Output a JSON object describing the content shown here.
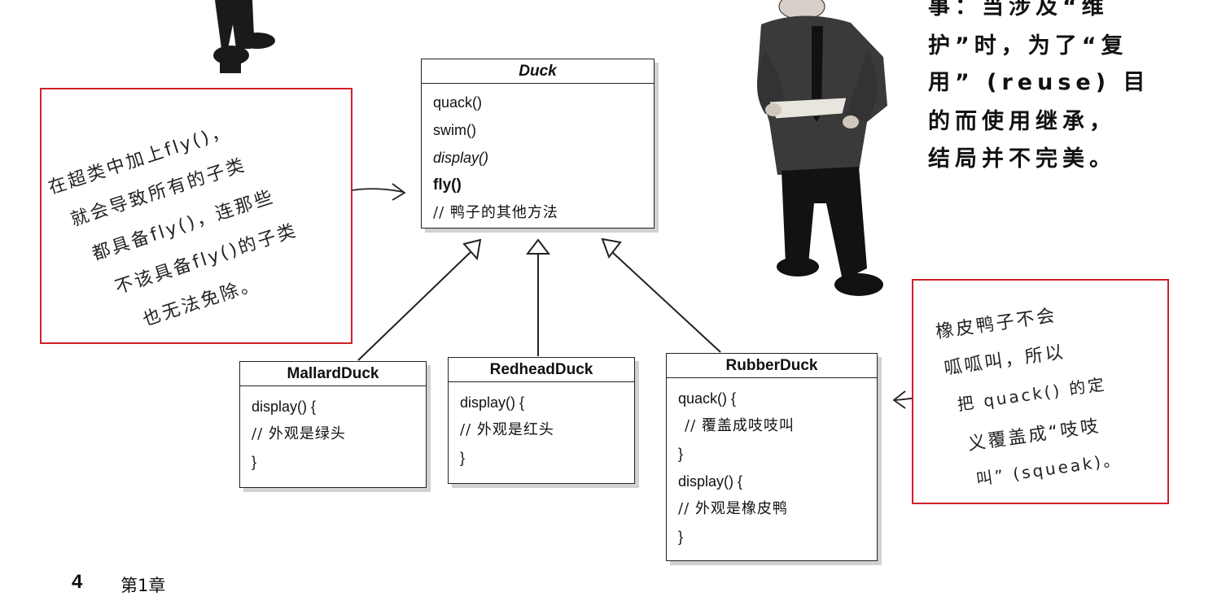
{
  "uml": {
    "duck": {
      "name": "Duck",
      "methods": [
        "quack()",
        "swim()",
        "display()",
        "fly()",
        "// 鸭子的其他方法"
      ]
    },
    "mallard": {
      "name": "MallardDuck",
      "lines": [
        "display() {",
        "// 外观是绿头",
        "}"
      ]
    },
    "redhead": {
      "name": "RedheadDuck",
      "lines": [
        "display() {",
        "// 外观是红头",
        "}"
      ]
    },
    "rubber": {
      "name": "RubberDuck",
      "lines": [
        "quack() {",
        "// 覆盖成吱吱叫",
        "}",
        "display() {",
        "// 外观是橡皮鸭",
        "}"
      ]
    }
  },
  "notes": {
    "left": [
      "在超类中加上fly()，",
      "就会导致所有的子类",
      "都具备fly()，连那些",
      "不该具备fly()的子类",
      "也无法免除。"
    ],
    "right": [
      "橡皮鸭子不会",
      "呱呱叫，所以",
      "把 quack() 的定",
      "义覆盖成“吱吱",
      "叫” (squeak)。"
    ]
  },
  "top_right_text": [
    "事：当涉及“维",
    "护”时，为了“复",
    "用” (reuse) 目",
    "的而使用继承，",
    "结局并不完美。"
  ],
  "footer": {
    "page_number": "4",
    "chapter": "第1章"
  },
  "colors": {
    "note_border": "#d0202a",
    "line": "#222222"
  }
}
